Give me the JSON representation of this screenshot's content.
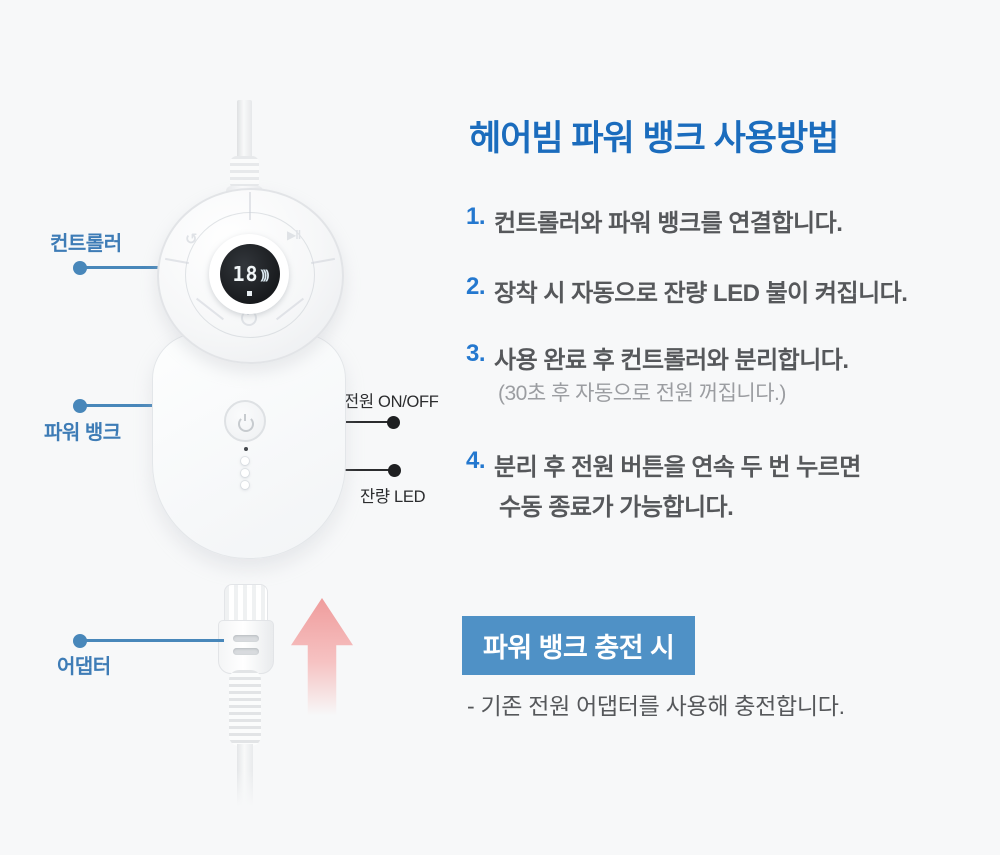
{
  "figure": {
    "controller_label": "컨트롤러",
    "power_bank_label": "파워 뱅크",
    "adapter_label": "어댑터",
    "power_button_label": "전원 ON/OFF",
    "battery_led_label": "잔량 LED",
    "display": {
      "value": "18",
      "waves": ")))"
    },
    "quadrant_icons": {
      "left": "↺",
      "right": "▶‖"
    }
  },
  "instructions": {
    "title": "헤어빔 파워 뱅크 사용방법",
    "items": [
      {
        "num": "1.",
        "text": "컨트롤러와 파워 뱅크를 연결합니다."
      },
      {
        "num": "2.",
        "text": "장착 시 자동으로 잔량 LED 불이 켜집니다."
      },
      {
        "num": "3.",
        "text": "사용 완료 후 컨트롤러와 분리합니다.",
        "note": "(30초 후 자동으로 전원 꺼집니다.)"
      },
      {
        "num": "4.",
        "text": "분리 후 전원 버튼을 연속 두 번 누르면",
        "text2": "수동 종료가 가능합니다."
      }
    ],
    "charging": {
      "badge": "파워 뱅크 충전 시",
      "note": "- 기존 전원 어댑터를 사용해 충전합니다."
    }
  },
  "colors": {
    "background": "#f7f8f9",
    "title_blue": "#1b6cbd",
    "number_blue": "#2478cf",
    "body_text": "#56585b",
    "note_gray": "#9b9da1",
    "label_blue": "#3e7cb6",
    "callout_line_blue": "#4887ba",
    "callout_dark": "#2b2c2e",
    "badge_bg": "#4f91c6",
    "badge_text": "#ffffff",
    "arrow_pink": "#ef9c9c"
  }
}
